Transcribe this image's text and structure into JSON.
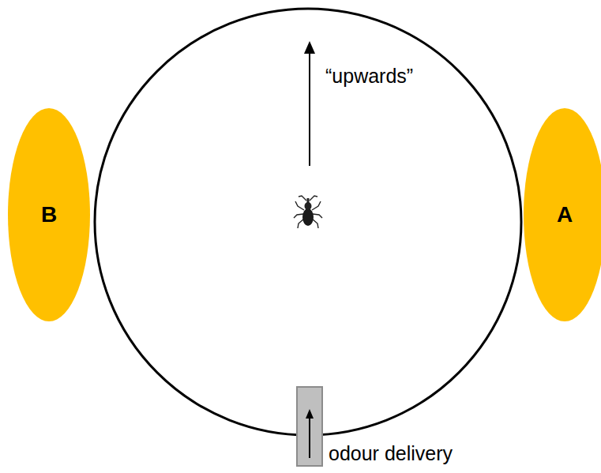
{
  "diagram": {
    "nodes": [
      {
        "text": [
          "B"
        ]
      },
      {
        "text": [
          "A"
        ]
      }
    ],
    "labels": [
      "“upwards”",
      "odour delivery"
    ]
  }
}
